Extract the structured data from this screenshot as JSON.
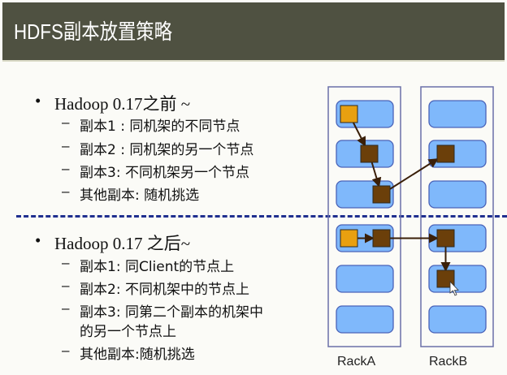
{
  "header": {
    "title": "HDFS副本放置策略"
  },
  "colors": {
    "header_bg": "#4f5141",
    "rack_border": "#6b6fa8",
    "node_fill": "#7fb8fb",
    "node_border": "#4a63b8",
    "client_block": "#e8a010",
    "replica_block": "#6b3f0a",
    "arrow": "#3a1f08",
    "divider": "#1f2f8f"
  },
  "sections": [
    {
      "bullet": "•",
      "title": "Hadoop 0.17之前 ~",
      "items": [
        {
          "dash": "–",
          "text": "副本1 : 同机架的不同节点"
        },
        {
          "dash": "–",
          "text": "副本2 : 同机架的另一个节点"
        },
        {
          "dash": "–",
          "text": "副本3: 不同机架另一个节点"
        },
        {
          "dash": "–",
          "text": "其他副本: 随机挑选"
        }
      ]
    },
    {
      "bullet": "•",
      "title": "Hadoop 0.17 之后~",
      "items": [
        {
          "dash": "–",
          "text": "副本1: 同Client的节点上"
        },
        {
          "dash": "–",
          "text": "副本2: 不同机架中的节点上"
        },
        {
          "dash": "–",
          "text": "副本3: 同第二个副本的机架中"
        },
        {
          "dash": "",
          "text": "的另一个节点上"
        },
        {
          "dash": "–",
          "text": "其他副本:随机挑选"
        }
      ]
    }
  ],
  "diagram": {
    "racks": [
      {
        "label": "RackA"
      },
      {
        "label": "RackB"
      }
    ],
    "before": {
      "blocks": [
        {
          "rack": 0,
          "node": 0,
          "type": "client",
          "slot": 0
        },
        {
          "rack": 0,
          "node": 1,
          "type": "replica",
          "slot": 1
        },
        {
          "rack": 0,
          "node": 2,
          "type": "replica",
          "slot": 2
        },
        {
          "rack": 1,
          "node": 1,
          "type": "replica",
          "slot": 0
        }
      ],
      "arrows": [
        [
          0,
          1
        ],
        [
          1,
          2
        ],
        [
          2,
          3
        ]
      ]
    },
    "after": {
      "blocks": [
        {
          "rack": 0,
          "node": 0,
          "type": "client",
          "slot": 0
        },
        {
          "rack": 0,
          "node": 0,
          "type": "replica",
          "slot": 2
        },
        {
          "rack": 1,
          "node": 0,
          "type": "replica",
          "slot": 0
        },
        {
          "rack": 1,
          "node": 1,
          "type": "replica",
          "slot": 0
        }
      ],
      "arrows": [
        [
          0,
          1
        ],
        [
          1,
          2
        ],
        [
          2,
          3
        ]
      ]
    }
  }
}
